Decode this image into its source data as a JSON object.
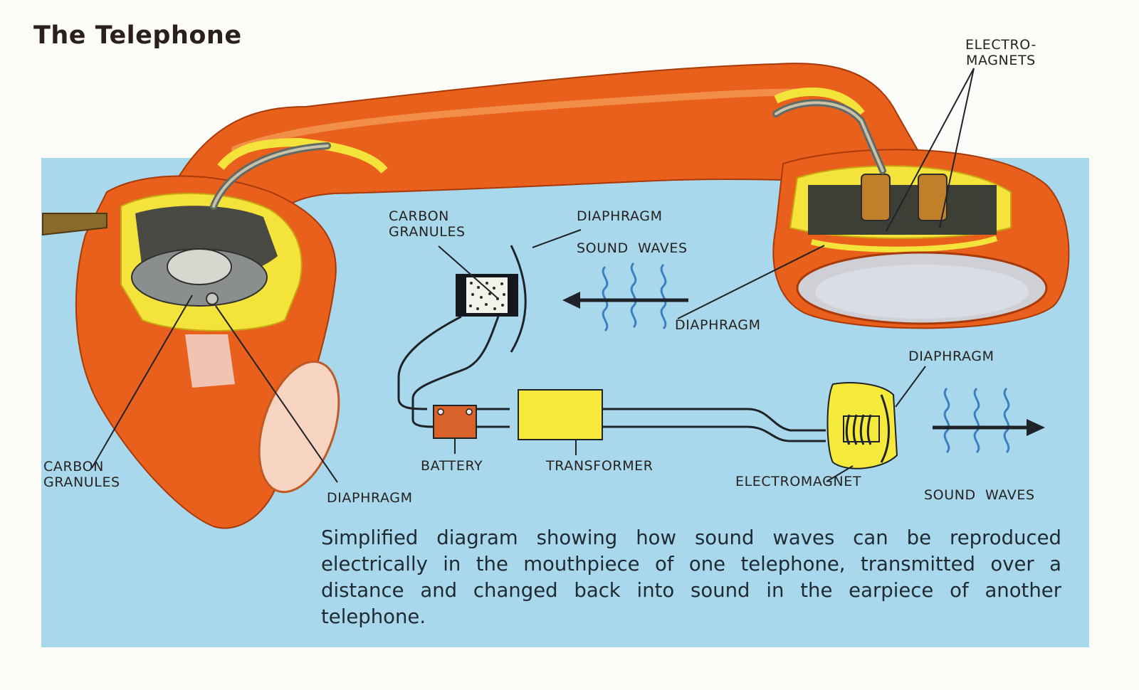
{
  "title": "The Telephone",
  "labels": {
    "electromagnets": "ELECTRO-\nMAGNETS",
    "carbon_granules_center": "CARBON\nGRANULES",
    "diaphragm_center": "DIAPHRAGM",
    "sound_waves_top": "SOUND  WAVES",
    "diaphragm_earpiece": "DIAPHRAGM",
    "diaphragm_receiver": "DIAPHRAGM",
    "carbon_granules_left": "CARBON\nGRANULES",
    "battery": "BATTERY",
    "transformer": "TRANSFORMER",
    "electromagnet": "ELECTROMAGNET",
    "sound_waves_bottom": "SOUND  WAVES",
    "diaphragm_mouthpiece": "DIAPHRAGM"
  },
  "caption": "Simplified diagram showing how sound waves can be reproduced electrically in the mouthpiece of one telephone, transmitted over a distance and changed back into sound in the earpiece of another telephone.",
  "colors": {
    "background_panel": "#a9d8ec",
    "handset": "#e8601c",
    "handset_highlight": "#f3e33a",
    "battery": "#d9622a",
    "transformer": "#f5ea3c",
    "wire": "#1f2328",
    "wave": "#3a7fc0"
  }
}
